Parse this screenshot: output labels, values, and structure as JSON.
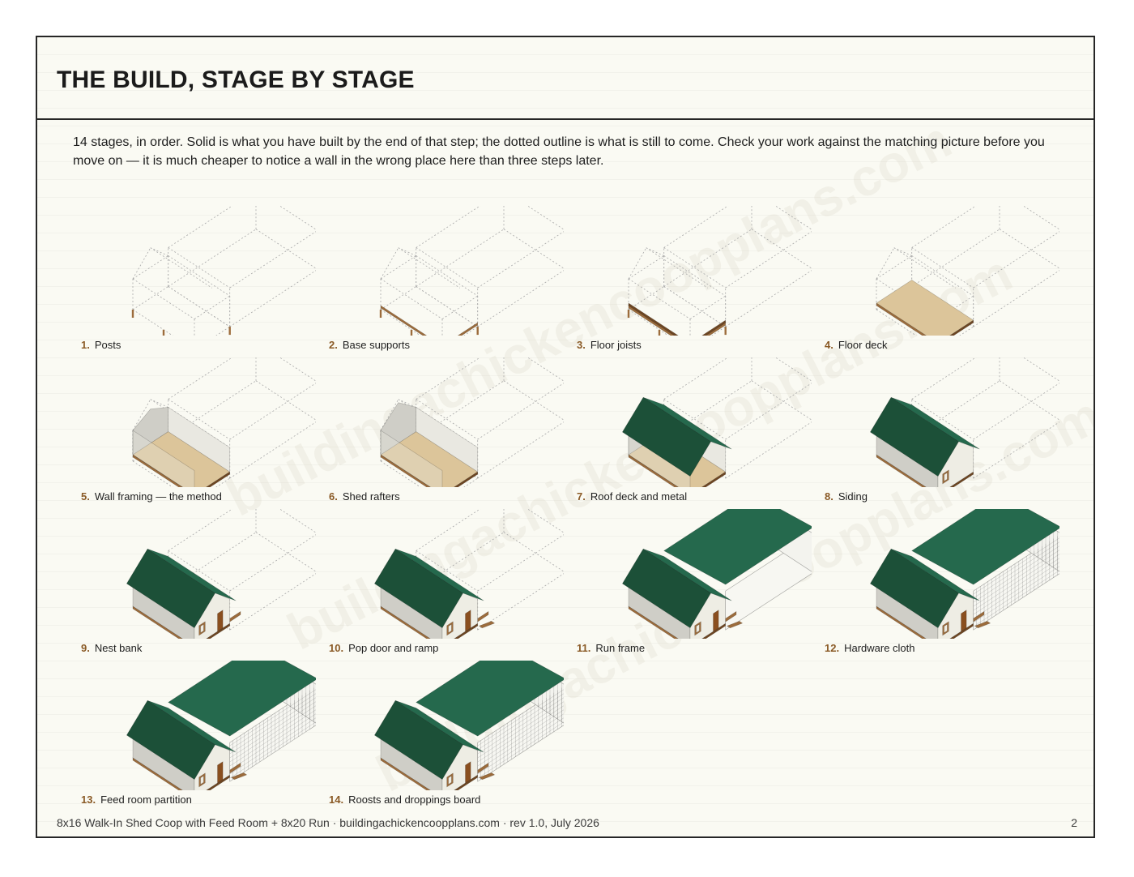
{
  "title": "THE BUILD, STAGE BY STAGE",
  "intro": "14 stages, in order. Solid is what you have built by the end of that step; the dotted outline is what is still to come. Check your work against the matching picture before you move on — it is much cheaper to notice a wall in the wrong place here than three steps later.",
  "watermark": "buildingachickencoopplans.com",
  "colors": {
    "roof": "#25694d",
    "roof_dark": "#1c5038",
    "wood": "#9c6c3c",
    "wood_dark": "#6e4622",
    "deck": "#dcc59a",
    "wall_front": "#e9e8e1",
    "wall_side": "#cfcec7",
    "siding": "#eeede4",
    "door": "#8a4f1f",
    "outline": "#a8a8a8",
    "accent": "#8a5a26"
  },
  "stages": [
    {
      "num": "1.",
      "label": "Posts"
    },
    {
      "num": "2.",
      "label": "Base supports"
    },
    {
      "num": "3.",
      "label": "Floor joists"
    },
    {
      "num": "4.",
      "label": "Floor deck"
    },
    {
      "num": "5.",
      "label": "Wall framing — the method"
    },
    {
      "num": "6.",
      "label": "Shed rafters"
    },
    {
      "num": "7.",
      "label": "Roof deck and metal"
    },
    {
      "num": "8.",
      "label": "Siding"
    },
    {
      "num": "9.",
      "label": "Nest bank"
    },
    {
      "num": "10.",
      "label": "Pop door and ramp"
    },
    {
      "num": "11.",
      "label": "Run frame"
    },
    {
      "num": "12.",
      "label": "Hardware cloth"
    },
    {
      "num": "13.",
      "label": "Feed room partition"
    },
    {
      "num": "14.",
      "label": "Roosts and droppings board"
    }
  ],
  "footer": {
    "text": "8x16 Walk-In Shed Coop with Feed Room + 8x20 Run  ·  buildingachickencoopplans.com  ·  rev 1.0, July 2026",
    "page_number": "2"
  }
}
